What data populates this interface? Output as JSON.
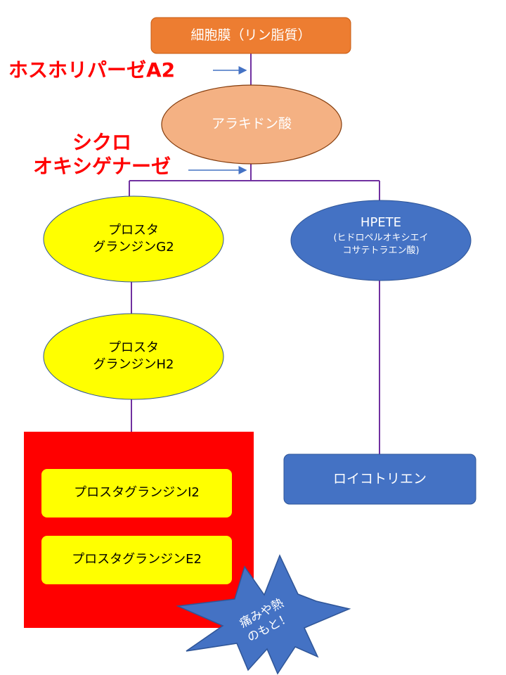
{
  "nodes": {
    "membrane": {
      "label": "細胞膜（リン脂質）"
    },
    "arachidonic": {
      "label": "アラキドン酸"
    },
    "pgg2": {
      "label": "プロスタ\nグランジンG2"
    },
    "hpete": {
      "title": "HPETE",
      "subtitle": "(ヒドロペルオキシエイ\nコサテトラエン酸)"
    },
    "pgh2": {
      "label": "プロスタ\nグランジンH2"
    },
    "pgi2": {
      "label": "プロスタグランジンI2"
    },
    "pge2": {
      "label": "プロスタグランジンE2"
    },
    "leukotriene": {
      "label": "ロイコトリエン"
    },
    "burst": {
      "label": "痛みや熱\nのもと！"
    }
  },
  "enzymes": {
    "phospholipase": "ホスホリパーゼA2",
    "cyclooxygenase": "シクロ\nオキシゲナーゼ"
  },
  "colors": {
    "orange": "#ed7d31",
    "salmon": "#f4b183",
    "yellow": "#ffff00",
    "blue": "#4472c4",
    "red": "#ff0000",
    "line": "#7030a0",
    "enzyme_text": "#ff0000"
  }
}
